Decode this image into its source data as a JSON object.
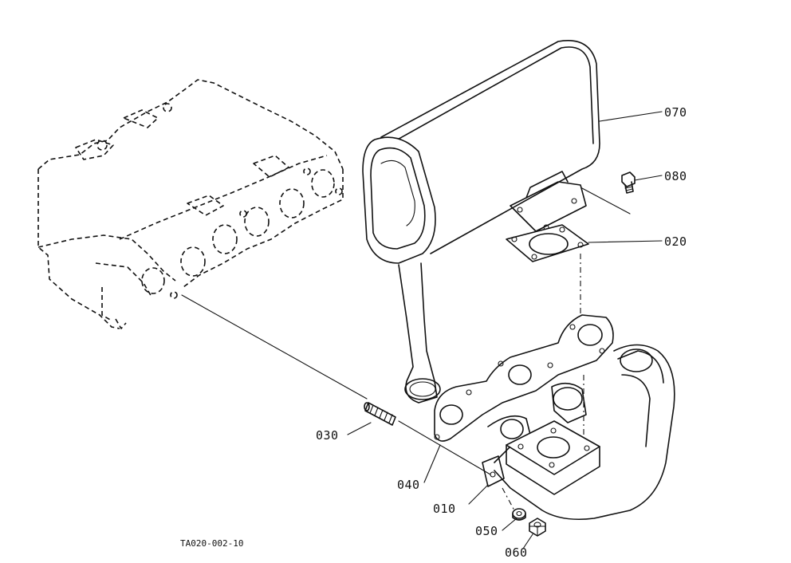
{
  "diagram": {
    "reference_code": "TA020-002-10",
    "parts": [
      {
        "number": "070",
        "component": "muffler"
      },
      {
        "number": "080",
        "component": "bolt"
      },
      {
        "number": "020",
        "component": "muffler-gasket"
      },
      {
        "number": "030",
        "component": "stud"
      },
      {
        "number": "040",
        "component": "manifold-gasket"
      },
      {
        "number": "010",
        "component": "exhaust-manifold"
      },
      {
        "number": "050",
        "component": "lock-washer"
      },
      {
        "number": "060",
        "component": "nut"
      }
    ]
  }
}
